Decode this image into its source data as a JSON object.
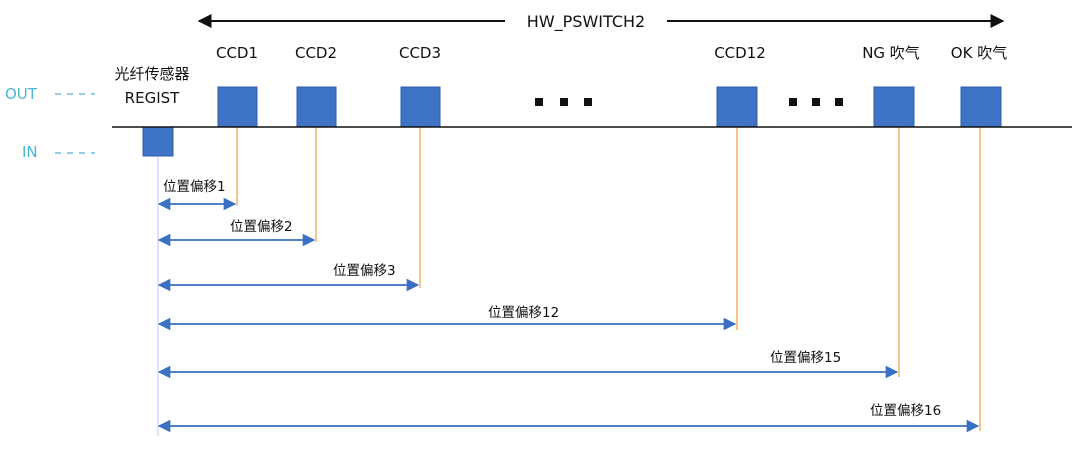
{
  "hw_pswitch": {
    "label": "HW_PSWITCH2"
  },
  "side_labels": {
    "out": "OUT",
    "in": "IN"
  },
  "sensor": {
    "line1": "光纤传感器",
    "line2": "REGIST"
  },
  "stations": [
    {
      "label": "CCD1"
    },
    {
      "label": "CCD2"
    },
    {
      "label": "CCD3"
    },
    {
      "label": "CCD12"
    },
    {
      "label": "NG 吹气"
    },
    {
      "label": "OK 吹气"
    }
  ],
  "ellipsis": [
    "■ ■ ■",
    "■ ■ ■"
  ],
  "offsets": [
    {
      "label": "位置偏移1"
    },
    {
      "label": "位置偏移2"
    },
    {
      "label": "位置偏移3"
    },
    {
      "label": "位置偏移12"
    },
    {
      "label": "位置偏移15"
    },
    {
      "label": "位置偏移16"
    }
  ],
  "colors": {
    "pulse_fill": "#3f73c6",
    "pulse_stroke": "#2f5ea9",
    "arrow": "#3a6fc4",
    "marker_line": "#f5a44c",
    "side_label": "#4bb5d6",
    "baseline": "#111111"
  }
}
